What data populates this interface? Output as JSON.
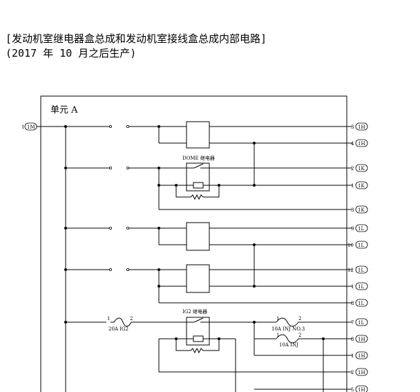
{
  "header": {
    "title_line1": "[发动机室继电器盒总成和发动机室接线盒总成内部电路]",
    "title_line2": "(2017 年 10 月之后生产)"
  },
  "unit": {
    "label": "单元 A"
  },
  "input_terminal": "1M",
  "terminals": [
    "3 1H",
    "4 1H",
    "2 1K",
    "1 1K",
    "3 1K",
    "9 1L",
    "10 1L",
    "12 1L",
    "1 1L",
    "8 1L",
    "7 1L",
    "8 1H",
    "1 1H",
    "2 1H",
    "5 1H"
  ],
  "relays": {
    "dome": "DOME 继电器",
    "ig2": "IG2 继电器"
  },
  "fuses": [
    {
      "pin1": "1",
      "pin2": "2",
      "name": "20A IG2"
    },
    {
      "pin1": "1",
      "pin2": "2",
      "name": "10A INJ NO.3"
    },
    {
      "pin1": "1",
      "pin2": "2",
      "name": "10A INJ"
    }
  ]
}
